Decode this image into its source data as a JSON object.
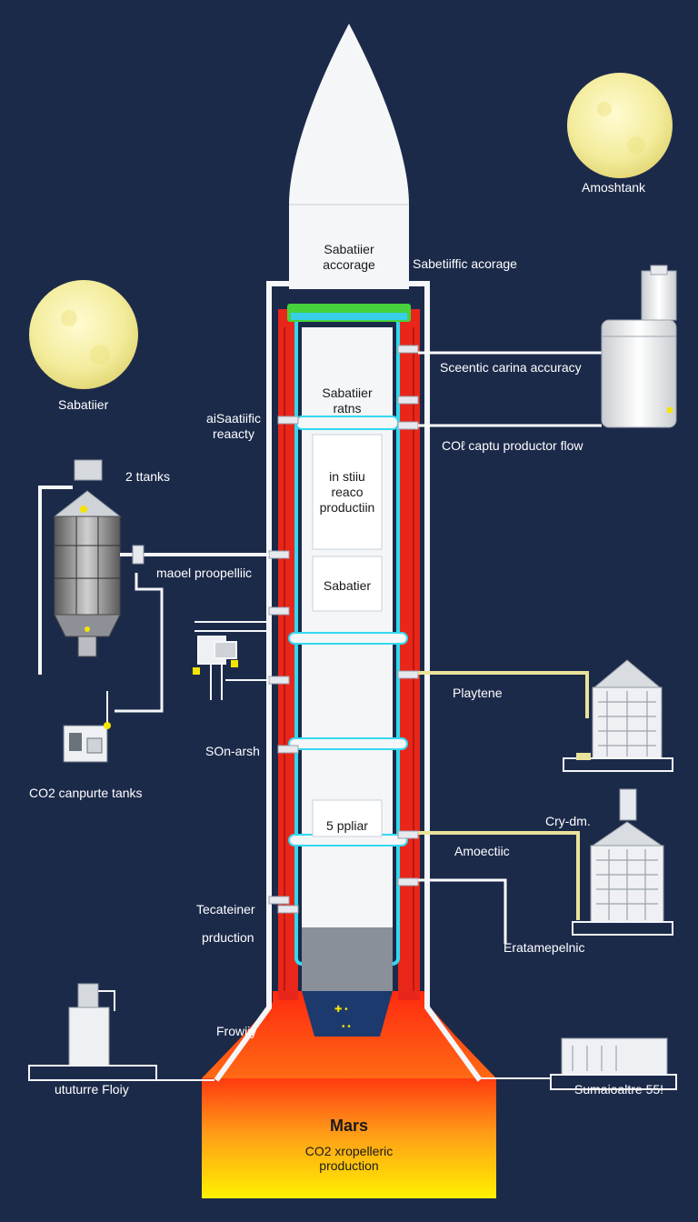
{
  "colors": {
    "background": "#1c2a4a",
    "rocket_body": "#f4f6f8",
    "heat_red": "#e8261a",
    "coolant_cyan": "#34d8f0",
    "seal_green": "#46d23c",
    "moon_yellow": "#f6f0a4",
    "base_gradient": [
      "#ff3a10",
      "#ff9a18",
      "#fff200"
    ],
    "pipe_yellow": "#e9e29a"
  },
  "rocket": {
    "nose_label": "Sabatiier\naccorage",
    "section_1": "Sabatiier\nratns",
    "section_2": "in stiiu\nreaco\nproductiin",
    "section_3": "Sabatier",
    "section_4": "5 ppliar"
  },
  "labels": {
    "moon_right": "Amoshtank",
    "moon_left": "Sabatiier",
    "top_right": "Sabetiiffic acorage",
    "right_1": "Sceentic carina accuracy",
    "right_2": "COℓ captu productor flow",
    "left_1": "aiSaatiific\nreaacty",
    "left_tank_small": "2 ttanks",
    "left_2": "maoel proopelliic",
    "right_3": "Playtene",
    "left_3": "SOn-arsh",
    "left_co2": "CO2 canpurte tanks",
    "right_4": "Cry-dm.",
    "right_5": "Amoectiic",
    "left_4": "Tecateiner",
    "left_5": "prduction",
    "right_6": "Eratamepelnic",
    "left_6": "Frowiiy",
    "bottom_left": "ututurre Floiy",
    "bottom_right": "Sumaioaltre 55!"
  },
  "base": {
    "title": "Mars",
    "subtitle": "CO2 xropelleric\nproduction"
  },
  "icons": [
    "moon-icon",
    "tank-icon",
    "pump-icon",
    "valve-icon",
    "cryo-tank-icon",
    "facility-icon"
  ]
}
